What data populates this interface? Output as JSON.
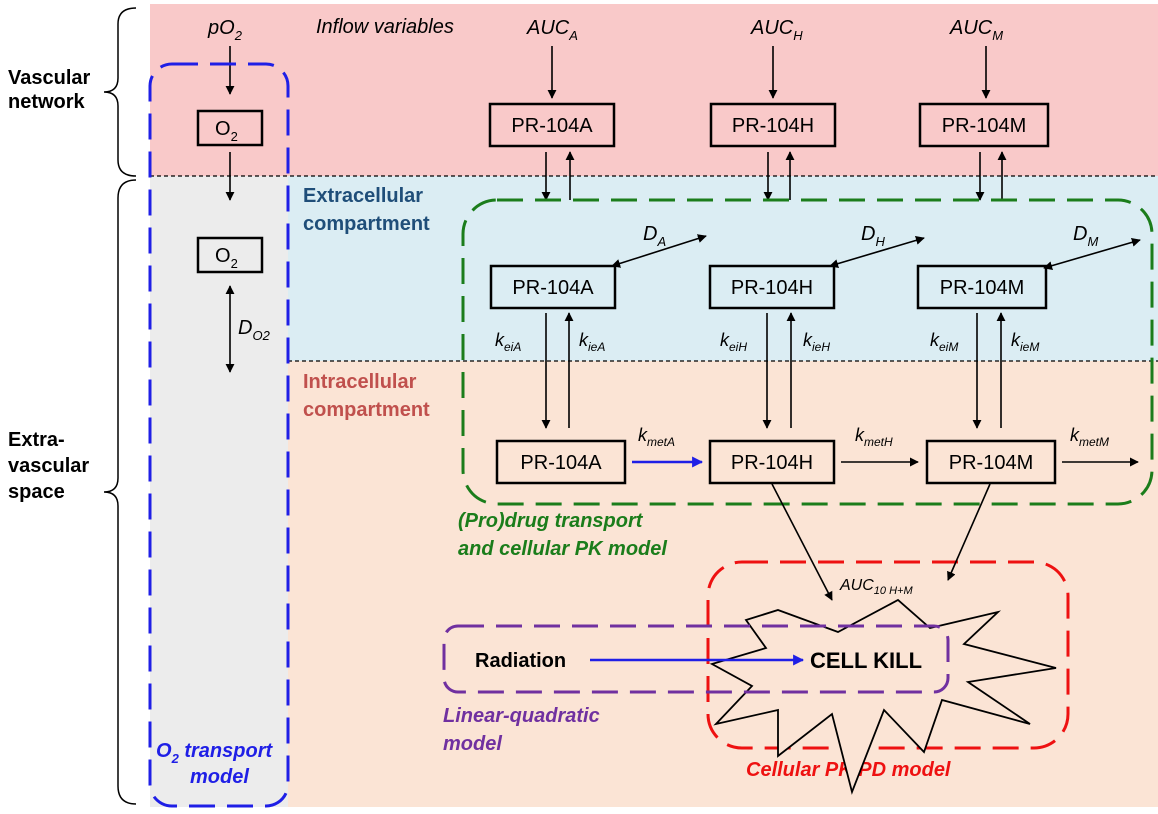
{
  "colors": {
    "vascular_bg": "#f9c9c9",
    "extracellular_bg": "#dbedf3",
    "intracellular_bg": "#fbe4d5",
    "o2_column_bg": "#ececec",
    "o2_model_border": "#1f1fe6",
    "pk_model_border": "#1b7d1b",
    "pkpd_model_border": "#ee1111",
    "lq_model_border": "#7030a0",
    "extracellular_text": "#1f4e79",
    "intracellular_text": "#c0504d",
    "pk_text": "#1b7d1b",
    "pkpd_text": "#ee1111",
    "lq_text": "#7030a0",
    "o2_text": "#1f1fe6",
    "highlight_arrow": "#1f1fe6"
  },
  "regions": {
    "vascular_network": "Vascular network",
    "vascular_network_lines": [
      "Vascular",
      "network"
    ],
    "extravascular_space": "Extra-vascular space",
    "extravascular_space_lines": [
      "Extra-",
      "vascular",
      "space"
    ],
    "extracellular_compartment": "Extracellular compartment",
    "extracellular_compartment_lines": [
      "Extracellular",
      "compartment"
    ],
    "intracellular_compartment": "Intracellular compartment",
    "intracellular_compartment_lines": [
      "Intracellular",
      "compartment"
    ]
  },
  "inflow": {
    "header": "Inflow variables",
    "po2_base": "pO",
    "po2_sub": "2",
    "auc": [
      {
        "base": "AUC",
        "sub": "A"
      },
      {
        "base": "AUC",
        "sub": "H"
      },
      {
        "base": "AUC",
        "sub": "M"
      }
    ]
  },
  "o2_nodes": {
    "base": "O",
    "sub": "2",
    "diffusion_base": "D",
    "diffusion_sub": "O2"
  },
  "drug_nodes": {
    "vascular": [
      "PR-104A",
      "PR-104H",
      "PR-104M"
    ],
    "extracellular": [
      "PR-104A",
      "PR-104H",
      "PR-104M"
    ],
    "intracellular": [
      "PR-104A",
      "PR-104H",
      "PR-104M"
    ]
  },
  "diffusion_labels": [
    {
      "base": "D",
      "sub": "A"
    },
    {
      "base": "D",
      "sub": "H"
    },
    {
      "base": "D",
      "sub": "M"
    }
  ],
  "rate_labels": {
    "ei": [
      {
        "base": "k",
        "sub": "eiA"
      },
      {
        "base": "k",
        "sub": "eiH"
      },
      {
        "base": "k",
        "sub": "eiM"
      }
    ],
    "ie": [
      {
        "base": "k",
        "sub": "ieA"
      },
      {
        "base": "k",
        "sub": "ieH"
      },
      {
        "base": "k",
        "sub": "ieM"
      }
    ],
    "met": [
      {
        "base": "k",
        "sub": "metA"
      },
      {
        "base": "k",
        "sub": "metH"
      },
      {
        "base": "k",
        "sub": "metM"
      }
    ]
  },
  "auc_kill": {
    "base": "AUC",
    "sub": "10 H+M"
  },
  "cell_kill": "CELL KILL",
  "radiation": "Radiation",
  "models": {
    "pk_model": "(Pro)drug transport and cellular PK model",
    "pk_model_lines": [
      "(Pro)drug transport",
      "and cellular PK model"
    ],
    "pkpd_model": "Cellular PK/PD model",
    "lq_model": "Linear-quadratic model",
    "lq_model_lines": [
      "Linear-quadratic",
      "model"
    ],
    "o2_model_line1_base": "O",
    "o2_model_line1_sub": "2",
    "o2_model_line1_rest": " transport",
    "o2_model_line2": "model"
  }
}
